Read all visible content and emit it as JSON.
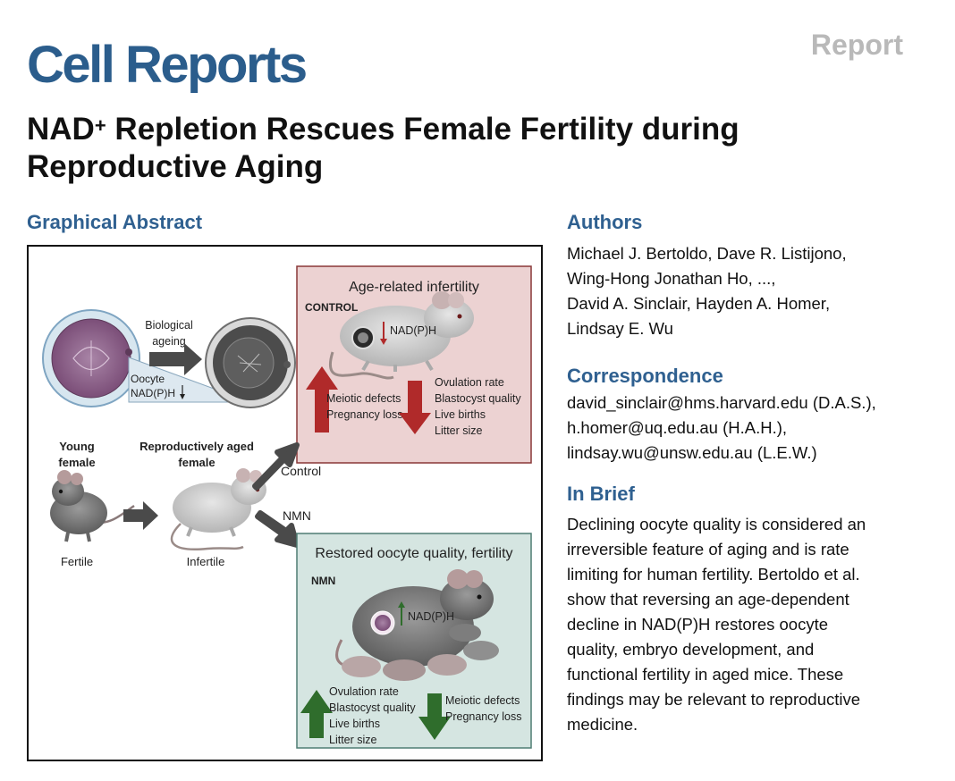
{
  "header": {
    "journal": "Cell Reports",
    "article_type": "Report",
    "title_pre": "NAD",
    "title_sup": "+",
    "title_post": " Repletion Rescues Female Fertility during Reproductive Aging"
  },
  "graphical_abstract": {
    "heading": "Graphical Abstract",
    "biological_ageing": [
      "Biological",
      "ageing"
    ],
    "oocyte": "Oocyte",
    "oocyte_nadph": "NAD(P)H",
    "young_female": [
      "Young",
      "female"
    ],
    "aged_female": [
      "Reproductively aged",
      "female"
    ],
    "fertile": "Fertile",
    "infertile": "Infertile",
    "control_arrow": "Control",
    "nmn_arrow": "NMN",
    "control_panel": {
      "title": "Age-related infertility",
      "label": "CONTROL",
      "nadph": "NAD(P)H",
      "up_items": [
        "Meiotic defects",
        "Pregnancy loss"
      ],
      "down_items": [
        "Ovulation rate",
        "Blastocyst quality",
        "Live births",
        "Litter size"
      ],
      "bg_color": "#ecd2d2",
      "arrow_color": "#b02a2a"
    },
    "nmn_panel": {
      "title": "Restored oocyte quality, fertility",
      "label": "NMN",
      "nadph": "NAD(P)H",
      "up_items": [
        "Ovulation rate",
        "Blastocyst quality",
        "Live births",
        "Litter size"
      ],
      "down_items": [
        "Meiotic defects",
        "Pregnancy loss"
      ],
      "bg_color": "#d5e5e1",
      "arrow_color": "#2f6d2c"
    }
  },
  "authors": {
    "heading": "Authors",
    "lines": [
      "Michael J. Bertoldo, Dave R. Listijono,",
      "Wing-Hong Jonathan Ho, ...,",
      "David A. Sinclair, Hayden A. Homer,",
      "Lindsay E. Wu"
    ]
  },
  "correspondence": {
    "heading": "Correspondence",
    "lines": [
      "david_sinclair@hms.harvard.edu (D.A.S.),",
      "h.homer@uq.edu.au (H.A.H.),",
      "lindsay.wu@unsw.edu.au (L.E.W.)"
    ]
  },
  "in_brief": {
    "heading": "In Brief",
    "lines": [
      "Declining oocyte quality is considered an",
      "irreversible feature of aging and is rate",
      "limiting for human fertility. Bertoldo et al.",
      "show that reversing an age-dependent",
      "decline in NAD(P)H restores oocyte",
      "quality, embryo development, and",
      "functional fertility in aged mice. These",
      "findings may be relevant to reproductive",
      "medicine."
    ]
  }
}
